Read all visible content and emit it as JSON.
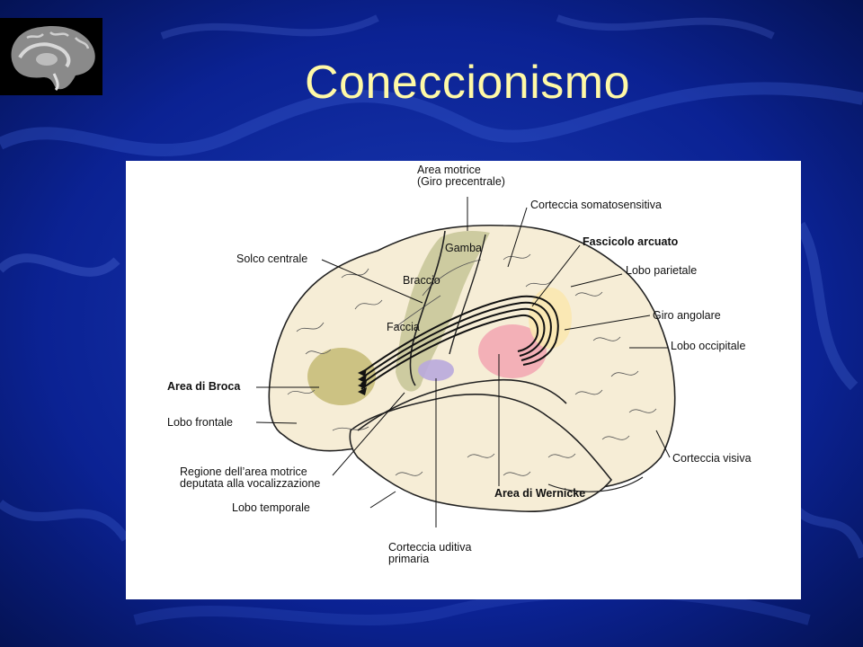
{
  "slide": {
    "title": "Coneccionismo"
  },
  "diagram": {
    "labels": {
      "area_motrice_1": "Area motrice",
      "area_motrice_2": "(Giro precentrale)",
      "corteccia_somatosensitiva": "Corteccia somatosensitiva",
      "fascicolo_arcuato": "Fascicolo arcuato",
      "lobo_parietale": "Lobo parietale",
      "giro_angolare": "Giro angolare",
      "lobo_occipitale": "Lobo occipitale",
      "corteccia_visiva": "Corteccia visiva",
      "area_wernicke": "Area di Wernicke",
      "corteccia_uditiva_1": "Corteccia uditiva",
      "corteccia_uditiva_2": "primaria",
      "lobo_temporale": "Lobo temporale",
      "regione_motrice_1": "Regione dell’area motrice",
      "regione_motrice_2": "deputata alla vocalizzazione",
      "lobo_frontale": "Lobo frontale",
      "area_broca": "Area di Broca",
      "solco_centrale": "Solco centrale",
      "gamba": "Gamba",
      "braccio": "Braccio",
      "faccia": "Faccia"
    },
    "colors": {
      "brain_fill": "#f6edd6",
      "motor_strip": "#c9c79a",
      "broca": "#c8bc7a",
      "wernicke": "#f3a9b4",
      "angular": "#fbe7b0",
      "auditory": "#b9a8dd"
    }
  }
}
